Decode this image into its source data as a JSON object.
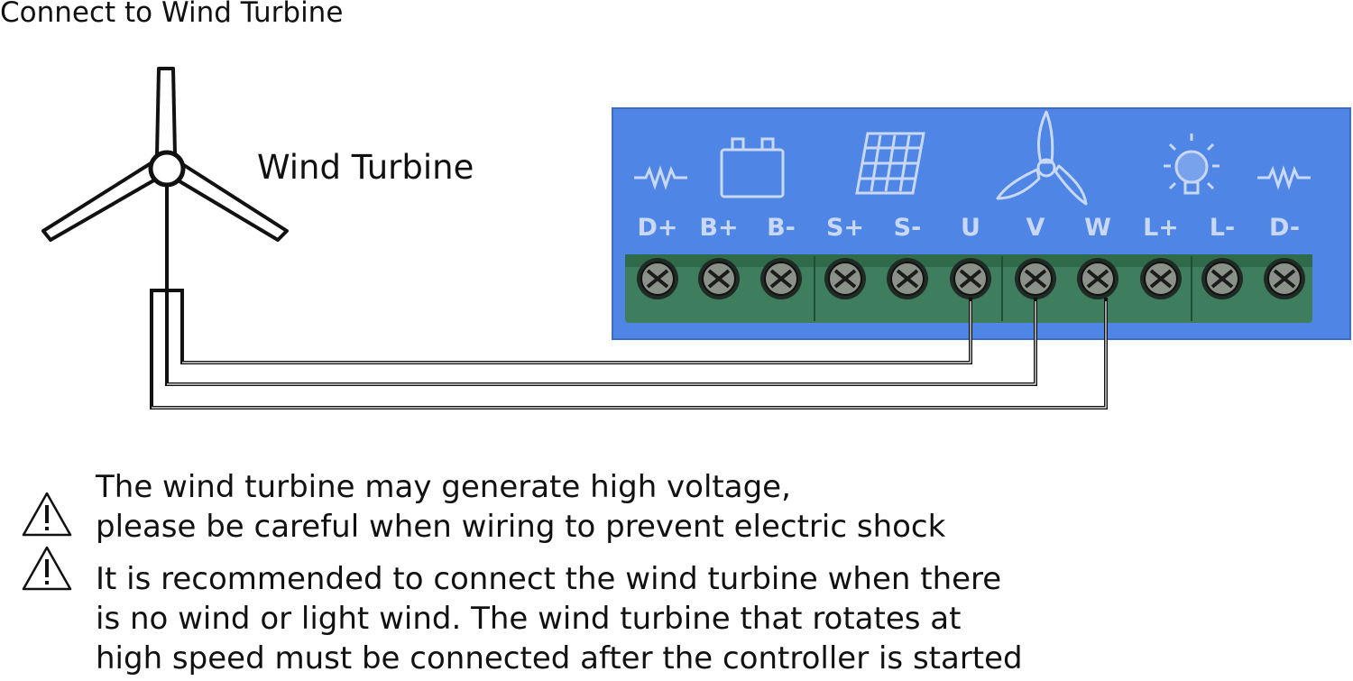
{
  "title": "Connect to Wind Turbine",
  "turbine_label": "Wind Turbine",
  "controller": {
    "panel_color": "#4f86e6",
    "terminal_block_color": "#3e7e5e",
    "icons": [
      "resistor-icon",
      "battery-icon",
      "solar-panel-icon",
      "wind-turbine-icon",
      "light-bulb-icon",
      "resistor-icon"
    ],
    "terminals": [
      "D+",
      "B+",
      "B-",
      "S+",
      "S-",
      "U",
      "V",
      "W",
      "L+",
      "L-",
      "D-"
    ]
  },
  "wires": [
    "U",
    "V",
    "W"
  ],
  "warnings": [
    {
      "icon": "warning-icon",
      "lines": [
        "The wind turbine may generate high voltage,",
        "please be careful when wiring to prevent electric shock"
      ]
    },
    {
      "icon": "warning-icon",
      "lines": [
        "It is recommended to connect the wind turbine when there",
        "is no wind or light wind. The wind turbine that rotates at",
        "high speed must be connected after the controller is started"
      ]
    }
  ]
}
